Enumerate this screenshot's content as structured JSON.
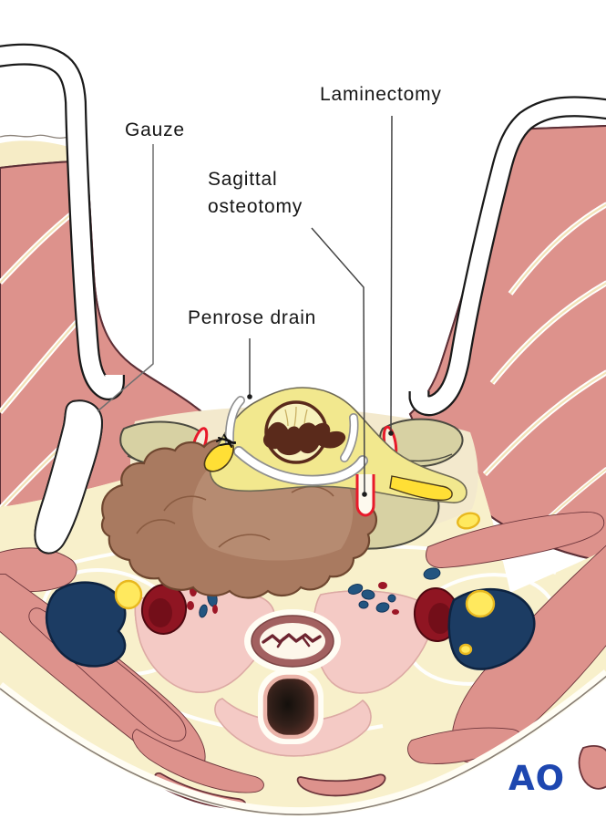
{
  "figure": {
    "labels": {
      "gauze": "Gauze",
      "laminectomy": "Laminectomy",
      "sagittal_osteotomy": "Sagittal\nosteotomy",
      "penrose_drain": "Penrose drain"
    },
    "logo": {
      "text": "AO",
      "color": "#1e47b0"
    },
    "palette": {
      "muscle_pink": "#dd928c",
      "muscle_outline": "#5c2f36",
      "fat_cream": "#f8f0cb",
      "bone_olive": "#d7d1a3",
      "dura_yellow": "#f2e88e",
      "nerve_yellow": "#ffdf35",
      "tumor_brown": "#a97a60",
      "artery_dark_red": "#8f1522",
      "vein_navy": "#1c3c63",
      "cut_edge_red": "#e81a2a",
      "thyroid_pink": "#f4cac5",
      "label_text": "#161616"
    }
  }
}
